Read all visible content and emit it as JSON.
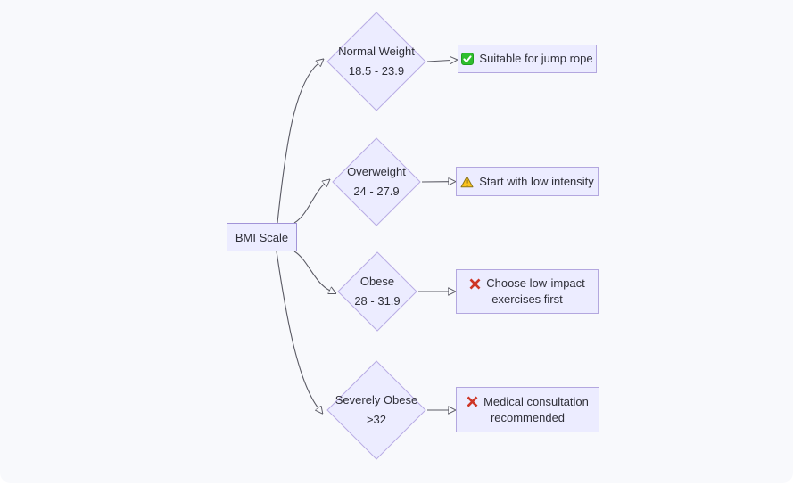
{
  "flow": {
    "root_label": "BMI Scale",
    "branches": [
      {
        "condition": "Normal Weight",
        "range": "18.5 - 23.9",
        "icon": "green-check-square",
        "result_lines": [
          "Suitable for jump rope"
        ]
      },
      {
        "condition": "Overweight",
        "range": "24 - 27.9",
        "icon": "yellow-warning-triangle",
        "result_lines": [
          "Start with low intensity"
        ]
      },
      {
        "condition": "Obese",
        "range": "28 - 31.9",
        "icon": "red-cross",
        "result_lines": [
          "Choose low-impact",
          "exercises first"
        ]
      },
      {
        "condition": "Severely Obese",
        "range": ">32",
        "icon": "red-cross",
        "result_lines": [
          "Medical consultation",
          "recommended"
        ]
      }
    ],
    "colors": {
      "node_fill": "#ECECFF",
      "node_border": "#A294D8",
      "edge": "#5A5A64",
      "arrowhead": "#33333B",
      "check_green": "#2EBE2E",
      "warning_yellow": "#FBC21D",
      "cross_red": "#CE3526",
      "background": "#F8F9FC",
      "text": "#2F2F38"
    }
  }
}
